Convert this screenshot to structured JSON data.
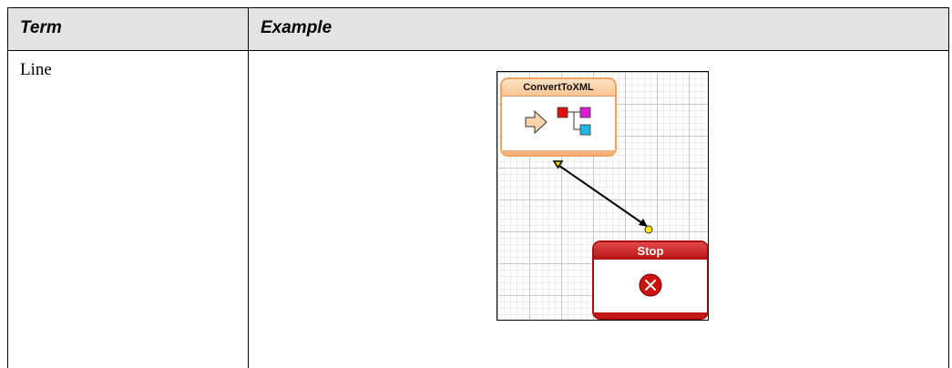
{
  "table": {
    "headers": {
      "term": "Term",
      "example": "Example"
    },
    "row": {
      "term": "Line"
    }
  },
  "diagram": {
    "source_node": {
      "title": "ConvertToXML",
      "icon": "convert-to-xml-icon",
      "accent": "#f0a25e"
    },
    "target_node": {
      "title": "Stop",
      "icon": "stop-icon",
      "accent": "#b41212"
    },
    "connector": {
      "color": "#000000",
      "endpoint_color": "#ffe600"
    }
  }
}
